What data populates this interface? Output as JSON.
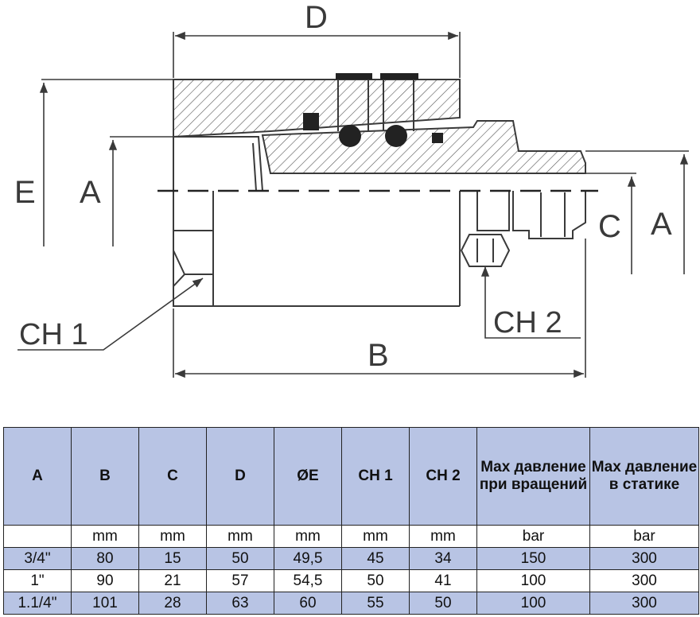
{
  "drawing": {
    "labels": {
      "d": "D",
      "e": "E",
      "a_left": "A",
      "a_right": "A",
      "c": "C",
      "b": "B",
      "ch1": "CH 1",
      "ch2": "CH 2"
    }
  },
  "table": {
    "headers": [
      "A",
      "B",
      "C",
      "D",
      "ØE",
      "CH 1",
      "CH 2",
      "Max давление при вращений",
      "Max давление в статике"
    ],
    "units": [
      "",
      "mm",
      "mm",
      "mm",
      "mm",
      "mm",
      "mm",
      "bar",
      "bar"
    ],
    "rows": [
      [
        "3/4\"",
        "80",
        "15",
        "50",
        "49,5",
        "45",
        "34",
        "150",
        "300"
      ],
      [
        "1\"",
        "90",
        "21",
        "57",
        "54,5",
        "50",
        "41",
        "100",
        "300"
      ],
      [
        "1.1/4\"",
        "101",
        "28",
        "63",
        "60",
        "55",
        "50",
        "100",
        "300"
      ]
    ]
  },
  "colors": {
    "header_bg": "#b8c4e4",
    "line": "#3a3a3a"
  }
}
